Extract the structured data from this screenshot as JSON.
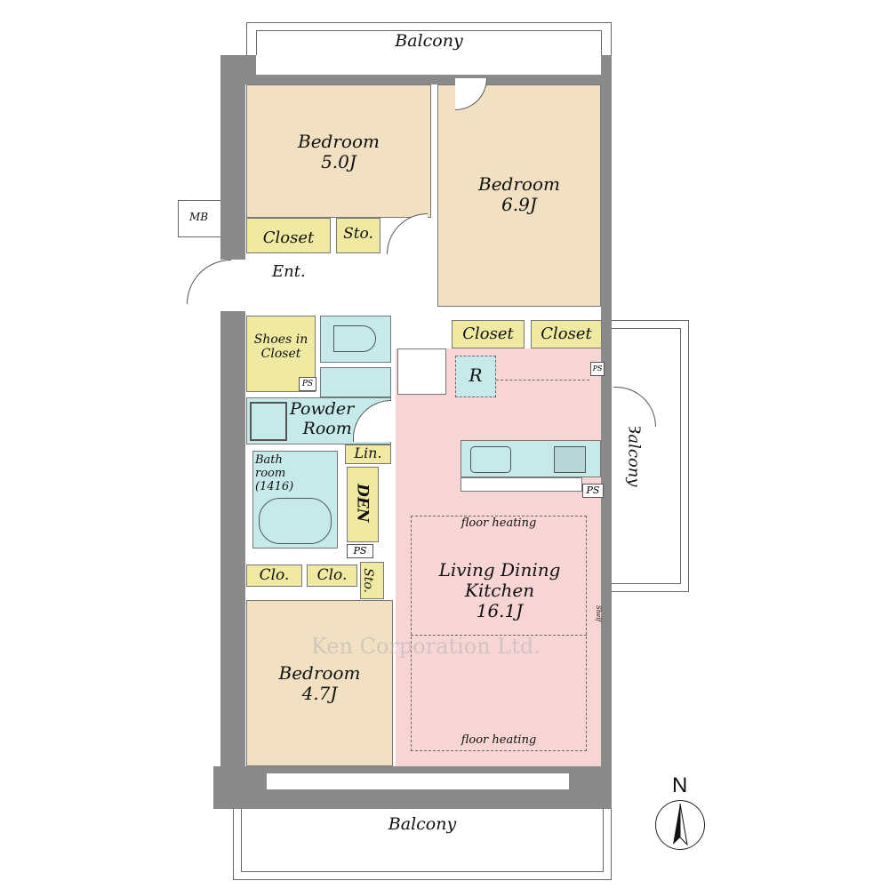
{
  "balconies": {
    "top": "Balcony",
    "right": "Balcony",
    "bottom": "Balcony"
  },
  "rooms": {
    "bedroom_a": {
      "name": "Bedroom",
      "size": "5.0J"
    },
    "bedroom_b": {
      "name": "Bedroom",
      "size": "6.9J"
    },
    "bedroom_c": {
      "name": "Bedroom",
      "size": "4.7J"
    },
    "ldk": {
      "name_line1": "Living Dining",
      "name_line2": "Kitchen",
      "size": "16.1J"
    },
    "closet_a": "Closet",
    "closet_b": "Closet",
    "closet_c": "Closet",
    "storage_a": "Sto.",
    "storage_b": "Sto.",
    "entrance": "Ent.",
    "shoes_closet_line1": "Shoes in",
    "shoes_closet_line2": "Closet",
    "powder_line1": "Powder",
    "powder_line2": "Room",
    "bath_line1": "Bath",
    "bath_line2": "room",
    "bath_line3": "(1416)",
    "linen": "Lin.",
    "den": "DEN",
    "clo_a": "Clo.",
    "clo_b": "Clo.",
    "refrigerator": "R",
    "meter_box": "MB",
    "shelf": "Shelf"
  },
  "ps_labels": [
    "PS",
    "PS",
    "PS",
    "PS"
  ],
  "floor_heating": [
    "floor heating",
    "floor heating"
  ],
  "watermark": "Ken Corporation Ltd.",
  "compass": "N",
  "colors": {
    "bedroom": "#f1e1c2",
    "closet": "#efe9a2",
    "wet": "#c6eaea",
    "ldk": "#f8d5d5",
    "wall": "#8a8a8a"
  }
}
